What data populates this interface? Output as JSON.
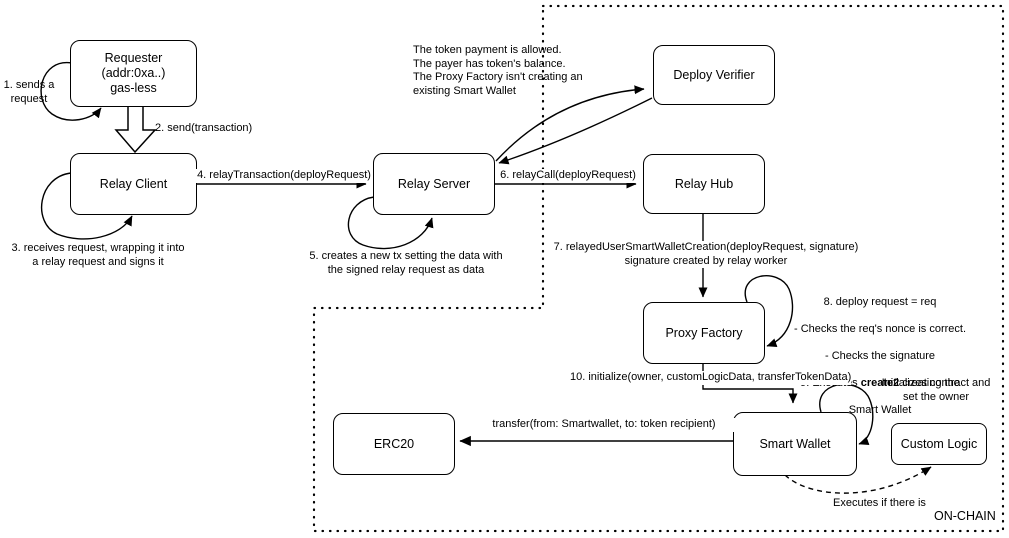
{
  "diagram": {
    "onchain_label": "ON-CHAIN"
  },
  "boxes": {
    "requester": {
      "label": "Requester\n(addr:0xa..)\ngas-less"
    },
    "relay_client": {
      "label": "Relay Client"
    },
    "relay_server": {
      "label": "Relay Server"
    },
    "deploy_verifier": {
      "label": "Deploy Verifier"
    },
    "relay_hub": {
      "label": "Relay Hub"
    },
    "proxy_factory": {
      "label": "Proxy Factory"
    },
    "smart_wallet": {
      "label": "Smart Wallet"
    },
    "custom_logic": {
      "label": "Custom Logic"
    },
    "erc20": {
      "label": "ERC20"
    }
  },
  "labels": {
    "step1": "1. sends a\nrequest",
    "step2": "2. send(transaction)",
    "step3": "3. receives request, wrapping it into\na relay request and signs it",
    "step4": "4. relayTransaction(deployRequest)",
    "step5": "5. creates a new tx setting the data with\nthe signed relay request as data",
    "step6": "6. relayCall(deployRequest)",
    "step7": "7. relayedUserSmartWalletCreation(deployRequest, signature)\nsignature created by relay worker",
    "verifier_note": "The token payment is allowed.\nThe payer has token's balance.\nThe Proxy Factory isn't creating an\nexisting Smart Wallet",
    "step8_line1": "8. deploy request = req",
    "step8_line2": "- Checks the req's nonce is correct.",
    "step8_line3": "- Checks the signature",
    "step9_prefix": "9. Executes ",
    "step9_bold": "create2",
    "step9_suffix": " creating the",
    "step9_line2": "Smart Wallet",
    "step10": "10. initialize(owner, customLogicData, transferTokenData)",
    "init_note": "Initializes contract and\nset the owner",
    "transfer": "transfer(from: Smartwallet, to: token recipient)",
    "executes_note": "Executes if there is"
  },
  "colors": {
    "stroke": "#000000",
    "background": "#ffffff"
  }
}
